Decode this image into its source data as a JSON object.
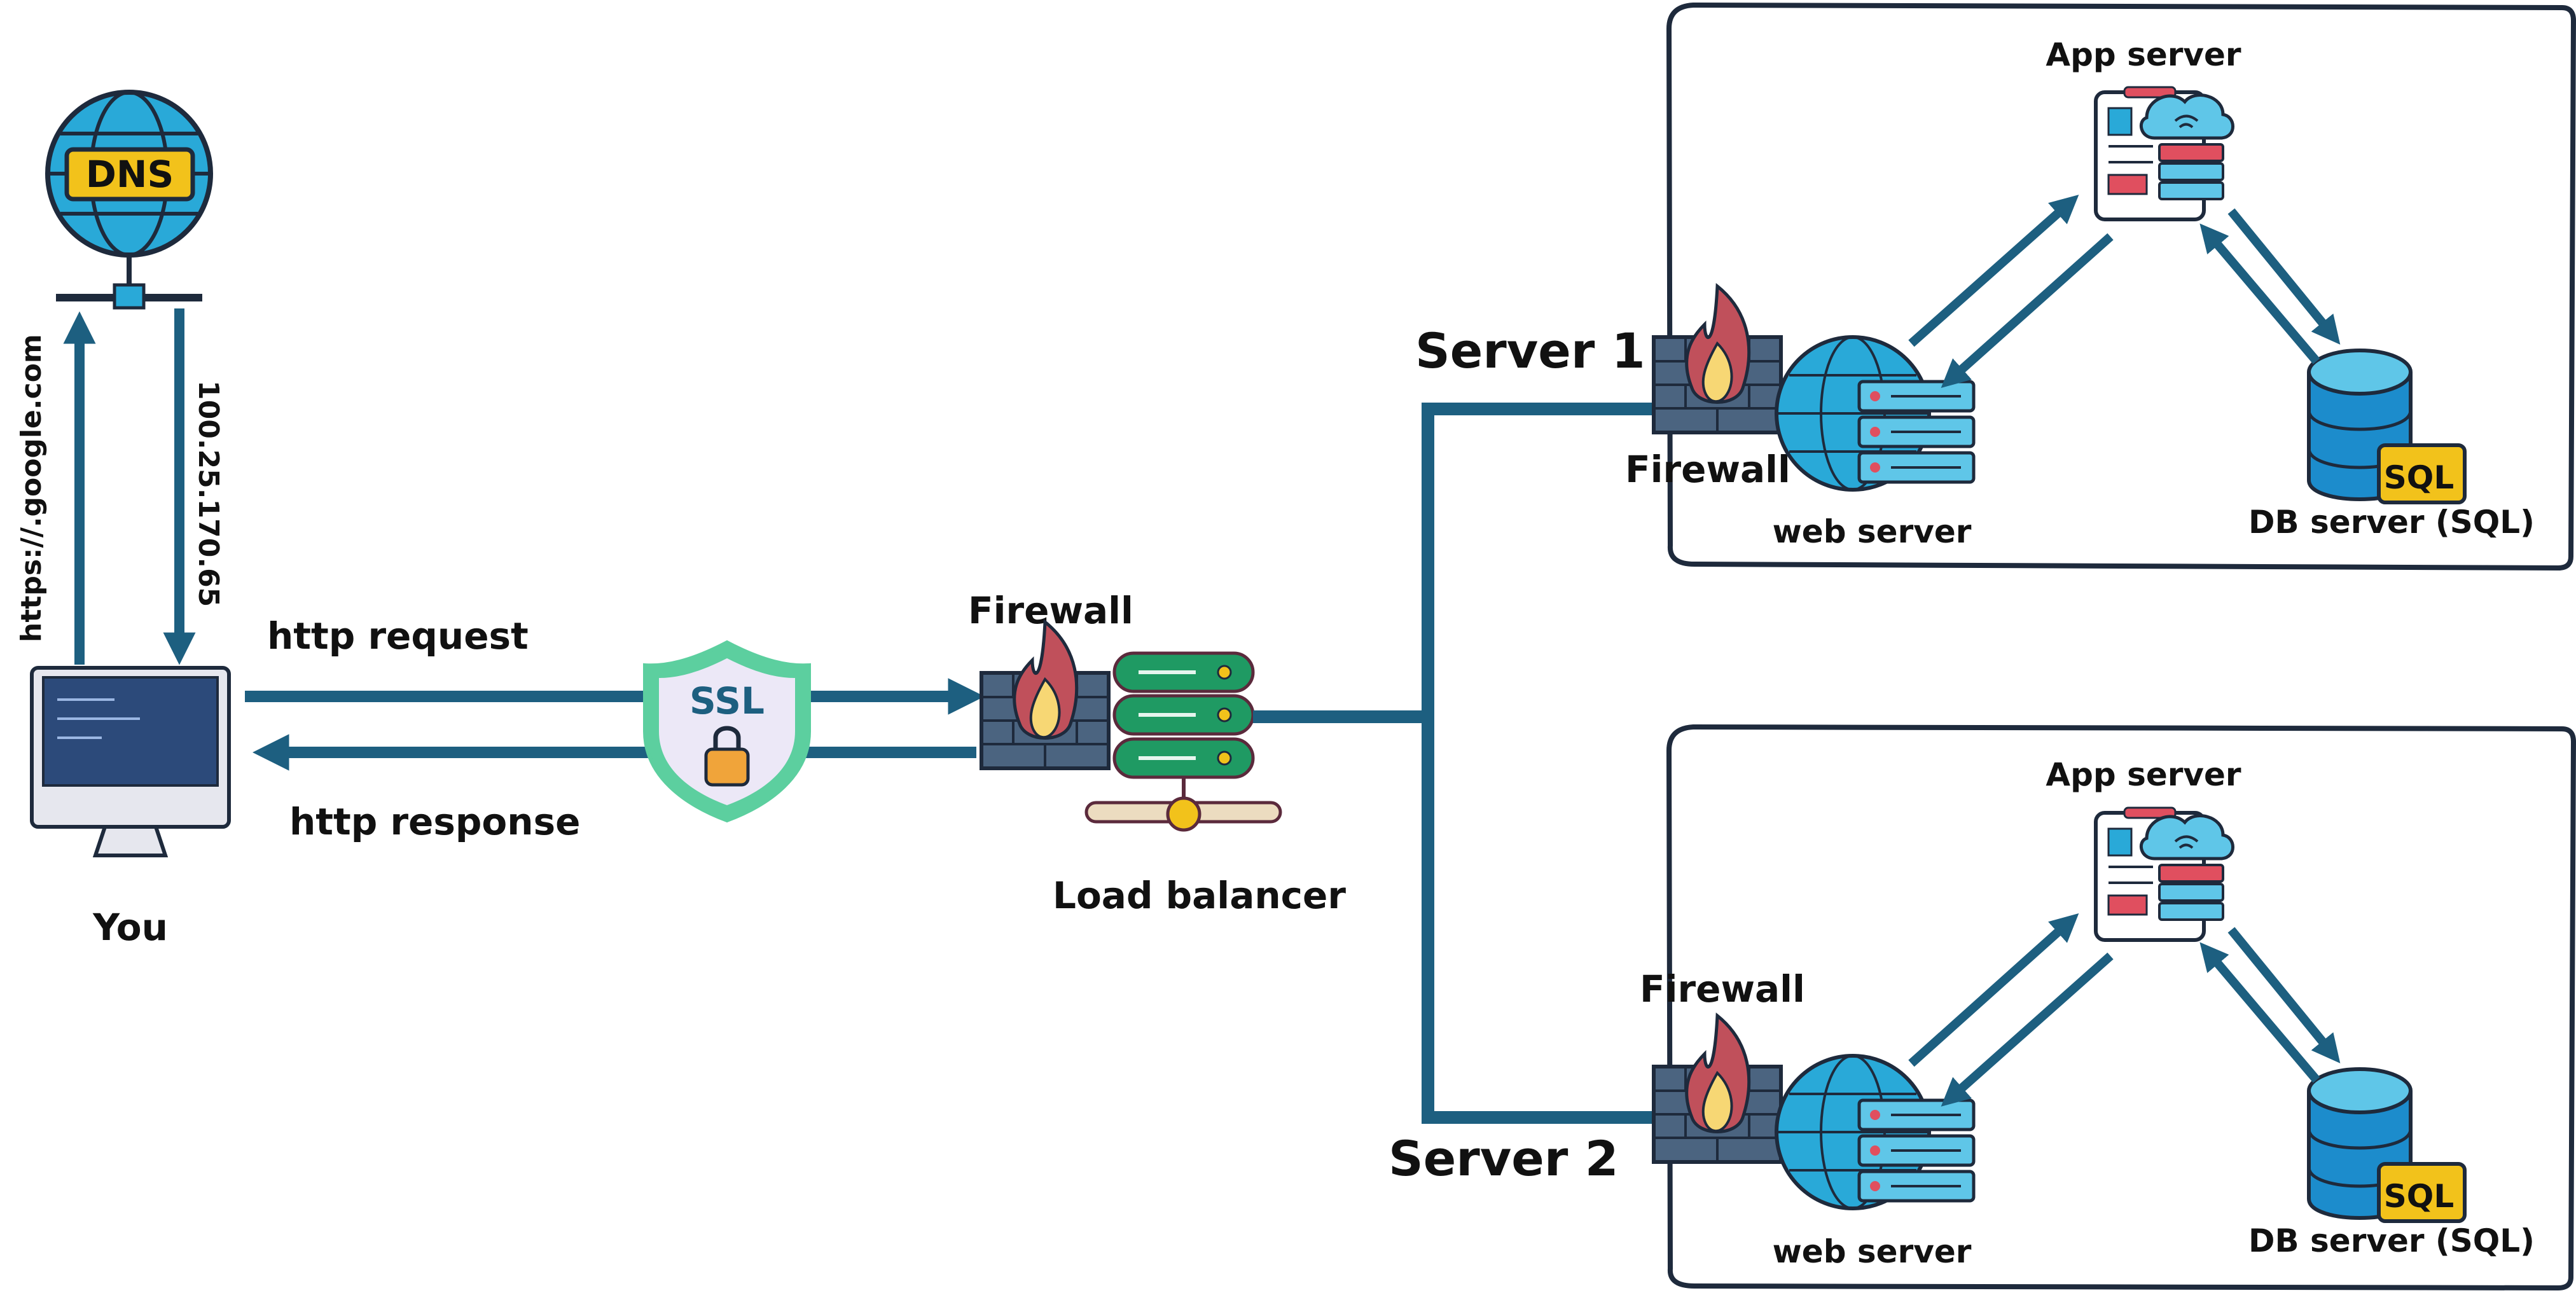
{
  "client": {
    "label": "You"
  },
  "dns": {
    "label": "DNS"
  },
  "dns_request_label": "https://.google.com",
  "dns_response_label": "100.25.170.65",
  "http_request_label": "http request",
  "http_response_label": "http response",
  "ssl": {
    "label": "SSL"
  },
  "edge_firewall": {
    "label": "Firewall"
  },
  "load_balancer": {
    "label": "Load balancer"
  },
  "servers": [
    {
      "title": "Server 1",
      "firewall_label": "Firewall",
      "web_server_label": "web server",
      "app_server_label": "App server",
      "db_server_label": "DB server (SQL)",
      "db_badge": "SQL"
    },
    {
      "title": "Server 2",
      "firewall_label": "Firewall",
      "web_server_label": "web server",
      "app_server_label": "App server",
      "db_server_label": "DB server (SQL)",
      "db_badge": "SQL"
    }
  ],
  "colors": {
    "line": "#1d5f80",
    "outline": "#1e2a3c",
    "globe": "#29a9d8",
    "dns_badge": "#f2c21b",
    "ssl_shield": "#5ccf9f",
    "lb_disk": "#1f9a63",
    "firewall_brick": "#4b6480",
    "flame": "#c0505b",
    "db_cylinder": "#1c8ccc",
    "sql_badge": "#f2c21b"
  }
}
